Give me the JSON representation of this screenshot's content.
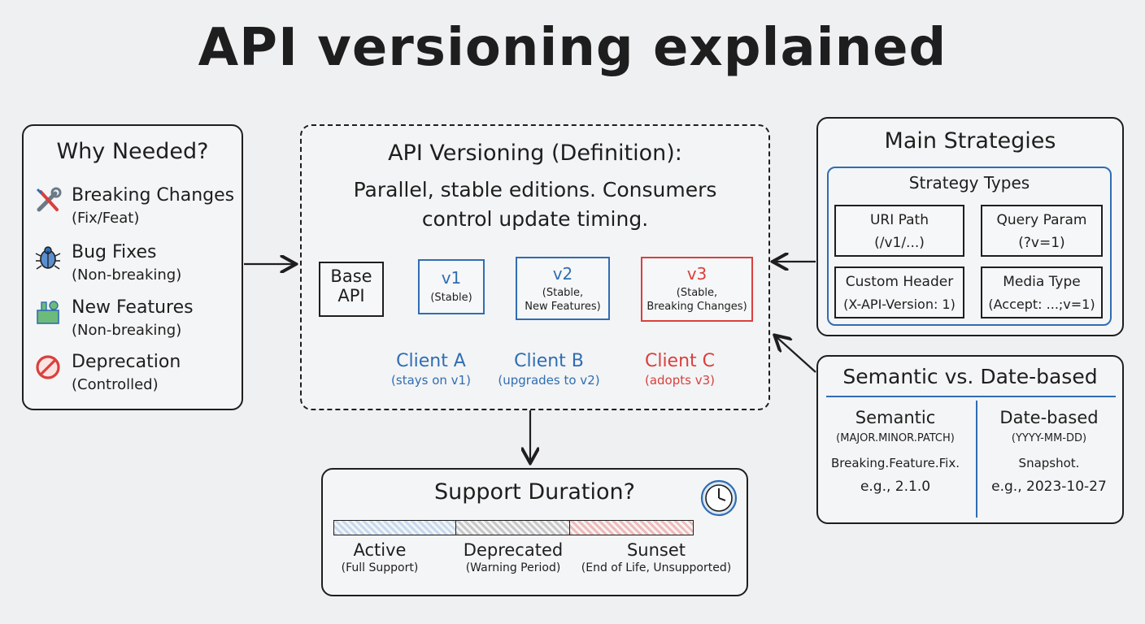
{
  "title": "API versioning explained",
  "why": {
    "heading": "Why Needed?",
    "reasons": [
      {
        "icon": "wrench-screwdriver-icon",
        "label": "Breaking Changes",
        "detail": "(Fix/Feat)"
      },
      {
        "icon": "bug-icon",
        "label": "Bug Fixes",
        "detail": "(Non-breaking)"
      },
      {
        "icon": "puzzle-piece-icon",
        "label": "New Features",
        "detail": "(Non-breaking)"
      },
      {
        "icon": "prohibited-icon",
        "label": "Deprecation",
        "detail": "(Controlled)"
      }
    ]
  },
  "definition": {
    "heading": "API Versioning (Definition):",
    "text_line1": "Parallel, stable editions. Consumers",
    "text_line2": "control update timing.",
    "base": {
      "line1": "Base",
      "line2": "API"
    },
    "versions": [
      {
        "name": "v1",
        "detail_line1": "(Stable)",
        "detail_line2": "",
        "color": "#2f6db4"
      },
      {
        "name": "v2",
        "detail_line1": "(Stable,",
        "detail_line2": "New Features)",
        "color": "#2f6db4"
      },
      {
        "name": "v3",
        "detail_line1": "(Stable,",
        "detail_line2": "Breaking Changes)",
        "color": "#d9403d"
      }
    ],
    "clients": [
      {
        "name": "Client A",
        "note": "(stays on v1)"
      },
      {
        "name": "Client B",
        "note": "(upgrades to v2)"
      },
      {
        "name": "Client C",
        "note": "(adopts v3)"
      }
    ]
  },
  "strategies": {
    "heading": "Main Strategies",
    "group_label": "Strategy Types",
    "items": [
      {
        "line1": "URI Path",
        "line2": "(/v1/...)"
      },
      {
        "line1": "Query Param",
        "line2": "(?v=1)"
      },
      {
        "line1": "Custom Header",
        "line2": "(X-API-Version: 1)"
      },
      {
        "line1": "Media Type",
        "line2": "(Accept: ...;v=1)"
      }
    ]
  },
  "semantic_vs_date": {
    "heading": "Semantic vs. Date-based",
    "semantic": {
      "title": "Semantic",
      "format": "(MAJOR.MINOR.PATCH)",
      "meaning": "Breaking.Feature.Fix.",
      "example": "e.g., 2.1.0"
    },
    "date": {
      "title": "Date-based",
      "format": "(YYYY-MM-DD)",
      "meaning": "Snapshot.",
      "example": "e.g., 2023-10-27"
    }
  },
  "support": {
    "heading": "Support Duration?",
    "icon": "clock-icon",
    "phases": [
      {
        "name": "Active",
        "note": "(Full Support)",
        "color": "#7fa9d6"
      },
      {
        "name": "Deprecated",
        "note": "(Warning Period)",
        "color": "#9a9a9a"
      },
      {
        "name": "Sunset",
        "note": "(End of Life, Unsupported)",
        "color": "#e07b78"
      }
    ]
  },
  "colors": {
    "accent_blue": "#2f6db4",
    "accent_red": "#d9403d",
    "ink": "#1e1e1e"
  }
}
